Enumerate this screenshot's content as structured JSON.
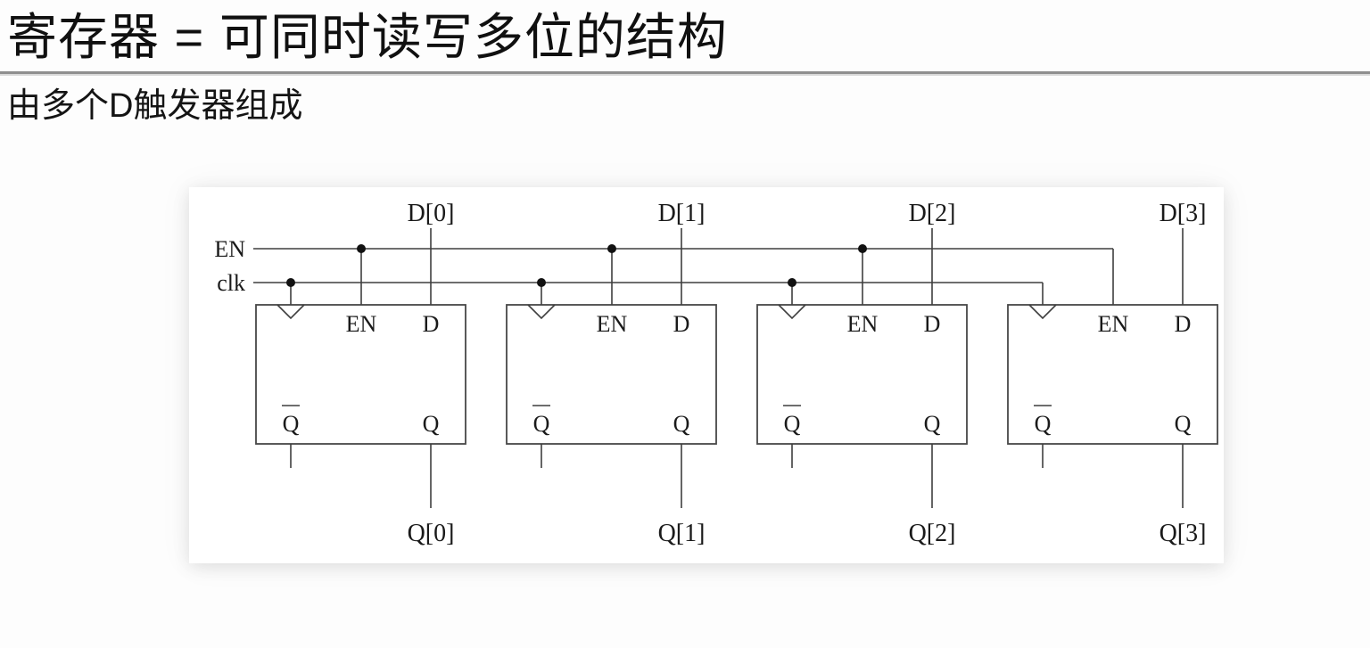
{
  "slide": {
    "title": "寄存器 = 可同时读写多位的结构",
    "subtitle": "由多个D触发器组成"
  },
  "diagram": {
    "inputs": {
      "en": "EN",
      "clk": "clk"
    },
    "flipflops": [
      {
        "top_label": "D[0]",
        "bottom_label": "Q[0]",
        "pin_en": "EN",
        "pin_d": "D",
        "pin_q": "Q",
        "pin_qbar": "Q"
      },
      {
        "top_label": "D[1]",
        "bottom_label": "Q[1]",
        "pin_en": "EN",
        "pin_d": "D",
        "pin_q": "Q",
        "pin_qbar": "Q"
      },
      {
        "top_label": "D[2]",
        "bottom_label": "Q[2]",
        "pin_en": "EN",
        "pin_d": "D",
        "pin_q": "Q",
        "pin_qbar": "Q"
      },
      {
        "top_label": "D[3]",
        "bottom_label": "Q[3]",
        "pin_en": "EN",
        "pin_d": "D",
        "pin_q": "Q",
        "pin_qbar": "Q"
      }
    ],
    "colors": {
      "wire": "#3f3f3f",
      "junction_dot": "#111111",
      "panel_background": "#ffffff",
      "page_background": "#fdfdfd",
      "title_divider": "#8f8f8f",
      "text": "#1a1a1a"
    }
  }
}
